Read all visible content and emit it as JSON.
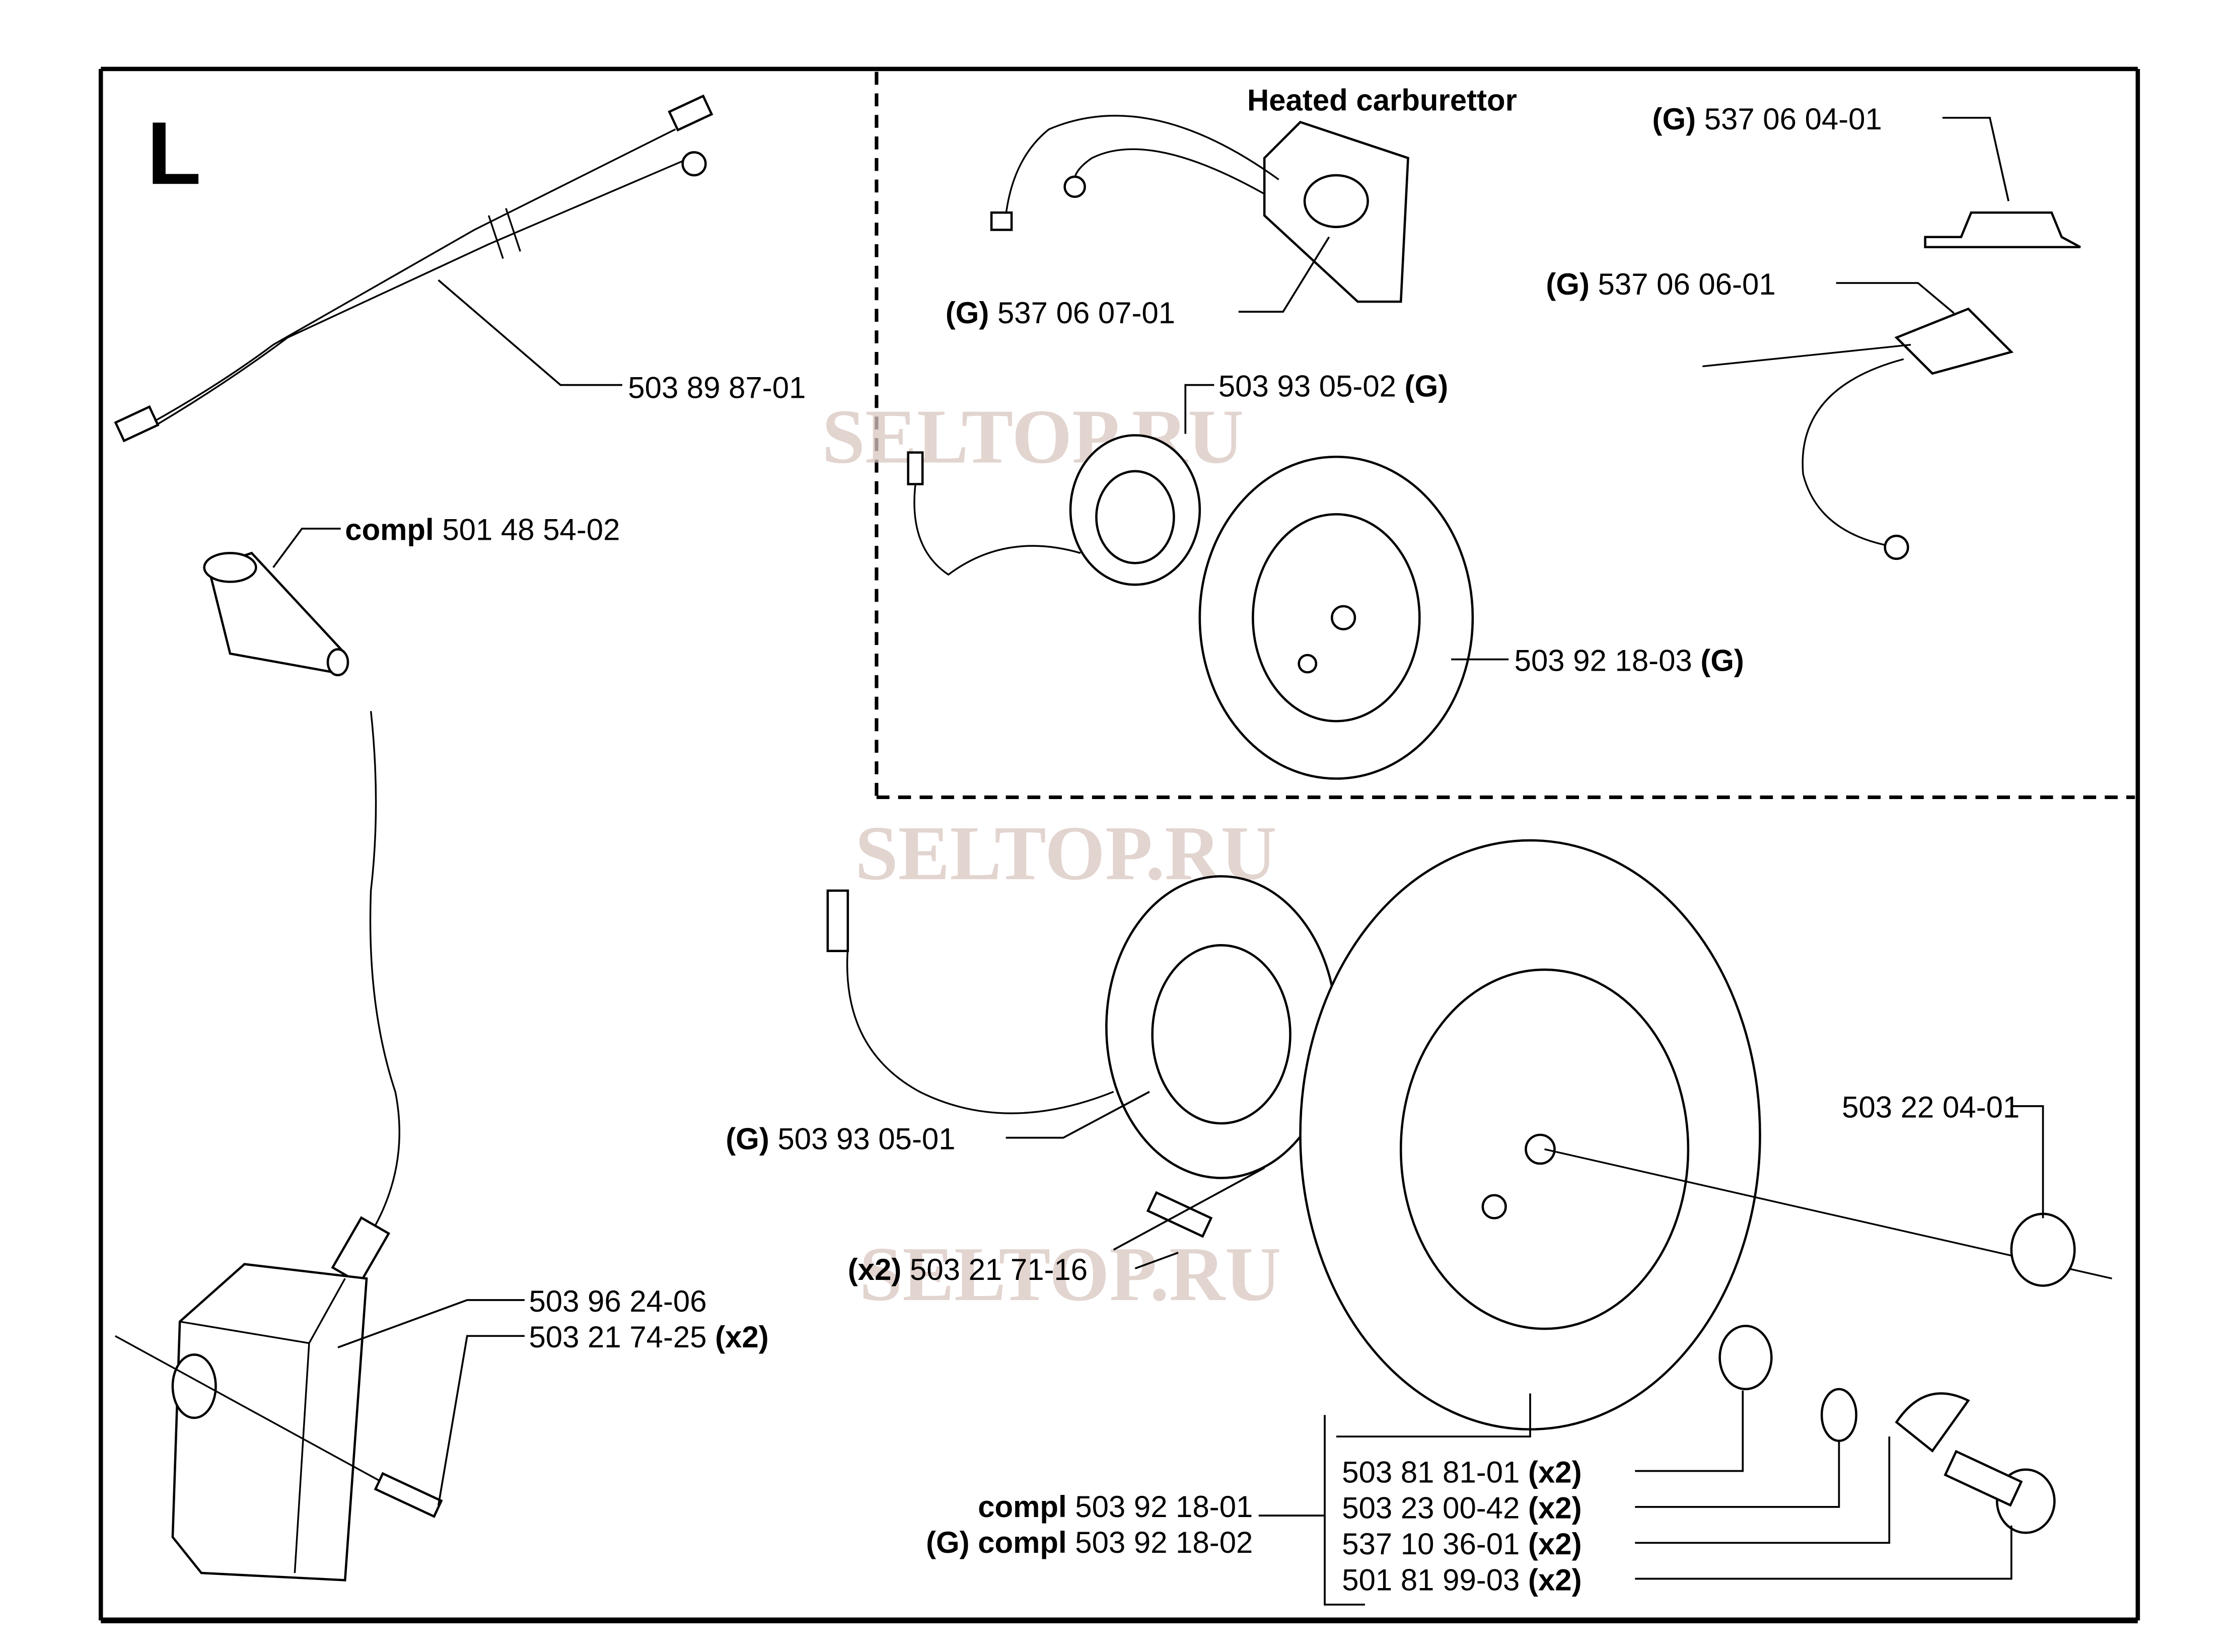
{
  "section_letter": "L",
  "heading": "Heated carburettor",
  "watermark": "SELTOP.RU",
  "labels": [
    {
      "pre": "(G)",
      "num": "537 06 04-01",
      "post": ""
    },
    {
      "pre": "(G)",
      "num": "537 06 07-01",
      "post": ""
    },
    {
      "pre": "(G)",
      "num": "537 06 06-01",
      "post": ""
    },
    {
      "pre": "",
      "num": "503 89 87-01",
      "post": ""
    },
    {
      "pre": "",
      "num": "503 93 05-02",
      "post": "(G)"
    },
    {
      "pre": "compl",
      "num": "501 48 54-02",
      "post": ""
    },
    {
      "pre": "",
      "num": "503 92 18-03",
      "post": "(G)"
    },
    {
      "pre": "",
      "num": "503 22 04-01",
      "post": ""
    },
    {
      "pre": "(G)",
      "num": "503 93 05-01",
      "post": ""
    },
    {
      "pre": "(x2)",
      "num": "503 21 71-16",
      "post": ""
    },
    {
      "pre": "",
      "num": "503 96 24-06",
      "post": ""
    },
    {
      "pre": "",
      "num": "503 21 74-25",
      "post": "(x2)"
    },
    {
      "pre": "compl",
      "num": "503 92 18-01",
      "post": ""
    },
    {
      "pre": "(G) compl",
      "num": "503 92 18-02",
      "post": ""
    },
    {
      "pre": "",
      "num": "503 81 81-01",
      "post": "(x2)"
    },
    {
      "pre": "",
      "num": "503 23 00-42",
      "post": "(x2)"
    },
    {
      "pre": "",
      "num": "537 10 36-01",
      "post": "(x2)"
    },
    {
      "pre": "",
      "num": "501 81 99-03",
      "post": "(x2)"
    }
  ]
}
